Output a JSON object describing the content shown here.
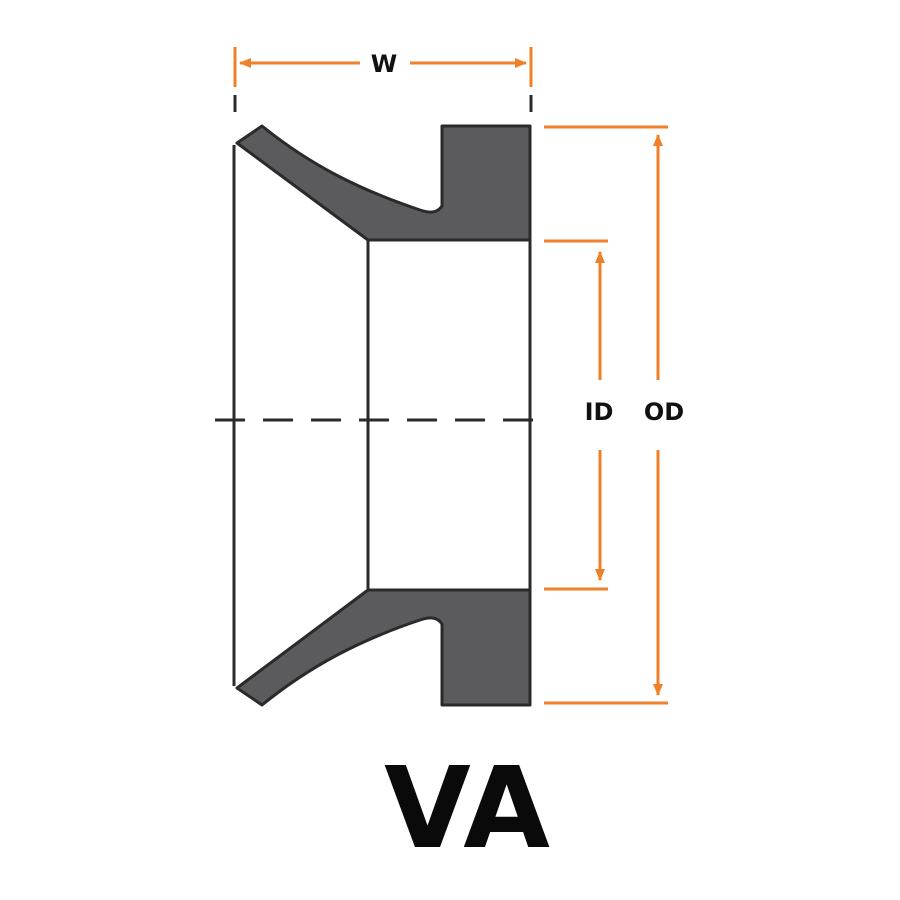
{
  "labels": {
    "width": "W",
    "inner_diameter": "ID",
    "outer_diameter": "OD",
    "profile_name": "VA"
  },
  "colors": {
    "dimension": "#f07f2a",
    "seal_fill": "#5b5b5d",
    "outline": "#2a2a2a",
    "text": "#111111"
  }
}
